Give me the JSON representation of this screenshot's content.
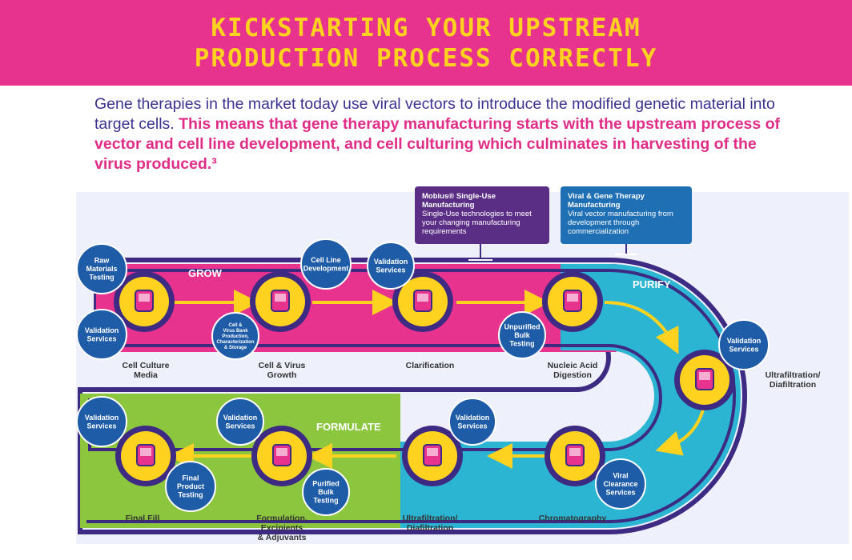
{
  "banner": {
    "line1": "Kickstarting your upstream",
    "line2": "production process correctly"
  },
  "intro": {
    "plain": "Gene therapies in the market today use viral vectors to introduce the modified genetic material into target cells. ",
    "highlight": "This means that gene therapy manufacturing starts with the upstream process of vector and cell line development, and cell culturing which culminates in harvesting of the virus produced.³"
  },
  "callouts": [
    {
      "title": "Mobius® Single-Use Manufacturing",
      "body": "Single-Use technologies to meet your changing manufacturing requirements",
      "color": "#5b2e86"
    },
    {
      "title": "Viral & Gene Therapy Manufacturing",
      "body": "Viral vector manufacturing from development through commercialization",
      "color": "#1f6fb5"
    }
  ],
  "phases": {
    "grow": "GROW",
    "purify": "PURIFY",
    "formulate": "FORMULATE"
  },
  "colors": {
    "banner": "#e8338e",
    "banner_text": "#ffd21f",
    "grow": "#e8338e",
    "purify": "#2bb5d3",
    "formulate": "#8cc63f",
    "outline": "#3d2a83",
    "step_fill": "#ffd21f",
    "service_badge": "#1e5ca8",
    "arrow": "#ffd21f"
  },
  "steps": [
    {
      "id": "cell-culture-media",
      "label": [
        "Cell Culture",
        "Media"
      ],
      "icon": "bioreactor-icon"
    },
    {
      "id": "cell-virus-growth",
      "label": [
        "Cell & Virus",
        "Growth"
      ],
      "icon": "flask-icon"
    },
    {
      "id": "clarification",
      "label": [
        "Clarification"
      ],
      "icon": "filter-icon"
    },
    {
      "id": "nucleic-acid-digestion",
      "label": [
        "Nucleic Acid",
        "Digestion"
      ],
      "icon": "vessel-icon"
    },
    {
      "id": "ultrafiltration-purify",
      "label": [
        "Ultrafiltration/",
        "Diafiltration"
      ],
      "icon": "cassette-icon"
    },
    {
      "id": "chromatography",
      "label": [
        "Chromatography"
      ],
      "icon": "column-icon"
    },
    {
      "id": "ultrafiltration-formulate",
      "label": [
        "Ultrafiltration/",
        "Diafiltration"
      ],
      "icon": "cassette-icon"
    },
    {
      "id": "formulation",
      "label": [
        "Formulation,",
        "Excipients",
        "& Adjuvants"
      ],
      "icon": "bottles-icon"
    },
    {
      "id": "final-fill",
      "label": [
        "Final Fill"
      ],
      "icon": "syringe-icon"
    }
  ],
  "badges": [
    {
      "id": "raw-materials",
      "label": [
        "Raw",
        "Materials",
        "Testing"
      ]
    },
    {
      "id": "validation-1",
      "label": [
        "Validation",
        "Services"
      ]
    },
    {
      "id": "cell-bank",
      "label": [
        "Cell &",
        "Virus Bank",
        "Production,",
        "Characterization",
        "& Storage"
      ]
    },
    {
      "id": "cell-line",
      "label": [
        "Cell Line",
        "Development"
      ]
    },
    {
      "id": "validation-2",
      "label": [
        "Validation",
        "Services"
      ]
    },
    {
      "id": "unpurified",
      "label": [
        "Unpurified",
        "Bulk",
        "Testing"
      ]
    },
    {
      "id": "validation-3",
      "label": [
        "Validation",
        "Services"
      ]
    },
    {
      "id": "viral-clearance",
      "label": [
        "Viral",
        "Clearance",
        "Services"
      ]
    },
    {
      "id": "validation-4",
      "label": [
        "Validation",
        "Services"
      ]
    },
    {
      "id": "purified",
      "label": [
        "Purified",
        "Bulk",
        "Testing"
      ]
    },
    {
      "id": "validation-5",
      "label": [
        "Validation",
        "Services"
      ]
    },
    {
      "id": "final-product",
      "label": [
        "Final",
        "Product",
        "Testing"
      ]
    },
    {
      "id": "validation-6",
      "label": [
        "Validation",
        "Services"
      ]
    }
  ]
}
